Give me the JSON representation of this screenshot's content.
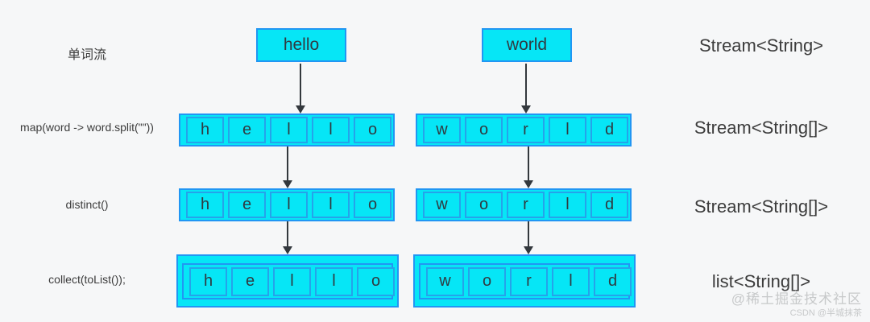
{
  "colors": {
    "background": "#f6f7f8",
    "box_fill": "#06e6f6",
    "box_border": "#2196f3",
    "cell_border": "#25a3ea",
    "arrow": "#33383d",
    "label_text": "#3c3c3c",
    "code_text": "#303a41",
    "watermark": "#c7c9ca"
  },
  "left_labels": [
    "单词流",
    "map(word -> word.split(\"\"))",
    "distinct()",
    "collect(toList());"
  ],
  "right_labels": [
    "Stream<String>",
    "Stream<String[]>",
    "Stream<String[]>",
    "list<String[]>"
  ],
  "words": [
    {
      "word": "hello",
      "letters": [
        "h",
        "e",
        "l",
        "l",
        "o"
      ]
    },
    {
      "word": "world",
      "letters": [
        "w",
        "o",
        "r",
        "l",
        "d"
      ]
    }
  ],
  "watermark": {
    "line1": "@稀土掘金技术社区",
    "line2": "CSDN @半城抹茶"
  }
}
